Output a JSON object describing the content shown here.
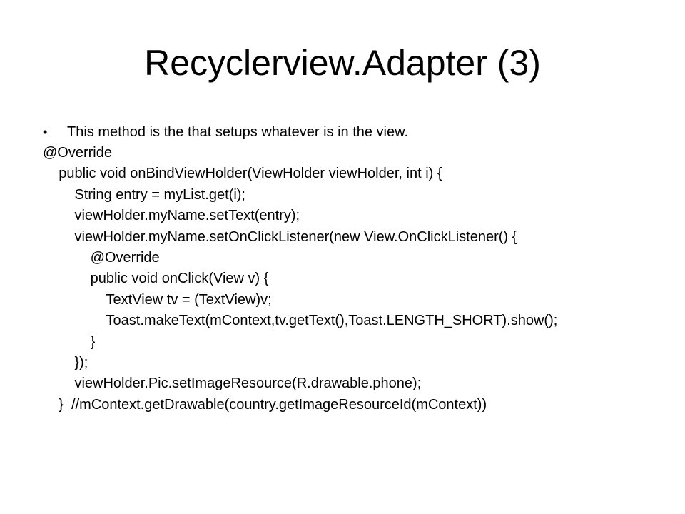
{
  "slide": {
    "title": "Recyclerview.Adapter (3)",
    "bullet": "This method is the that setups whatever is in the view.",
    "code_lines": [
      "@Override",
      "    public void onBindViewHolder(ViewHolder viewHolder, int i) {",
      "        String entry = myList.get(i);",
      "        viewHolder.myName.setText(entry);",
      "        viewHolder.myName.setOnClickListener(new View.OnClickListener() {",
      "            @Override",
      "            public void onClick(View v) {",
      "                TextView tv = (TextView)v;",
      "                Toast.makeText(mContext,tv.getText(),Toast.LENGTH_SHORT).show();",
      "            }",
      "        });",
      "        viewHolder.Pic.setImageResource(R.drawable.phone);",
      "    }  //mContext.getDrawable(country.getImageResourceId(mContext))"
    ]
  },
  "icons": {
    "bullet": "bullet-dot-icon"
  }
}
